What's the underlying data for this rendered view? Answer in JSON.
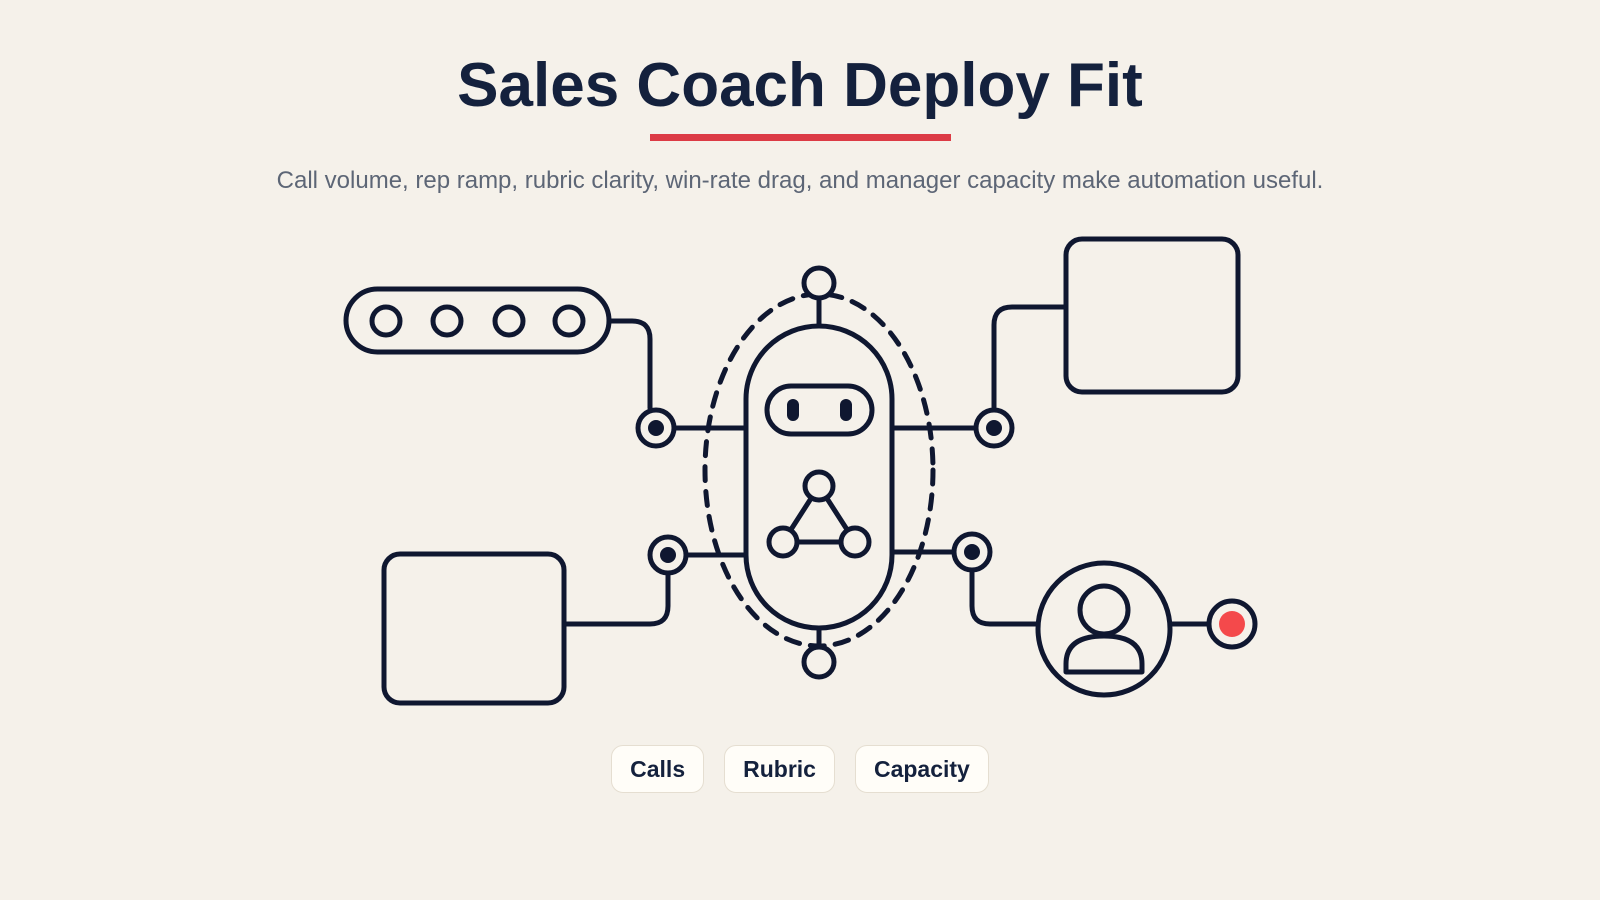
{
  "header": {
    "title": "Sales Coach Deploy Fit",
    "subtitle": "Call volume, rep ramp, rubric clarity, win-rate drag, and manager capacity make automation useful."
  },
  "chips": [
    {
      "label": "Calls"
    },
    {
      "label": "Rubric"
    },
    {
      "label": "Capacity"
    }
  ],
  "colors": {
    "background": "#f5f1ea",
    "ink": "#0f1730",
    "accent": "#dc3b45",
    "alert_dot": "#f4494b",
    "subtitle": "#5d6676",
    "chip_background": "#fffdf8"
  },
  "icons": {
    "center": "robot-icon",
    "network": "network-triangle-icon",
    "person": "user-avatar-icon",
    "status": "red-status-dot-icon"
  }
}
